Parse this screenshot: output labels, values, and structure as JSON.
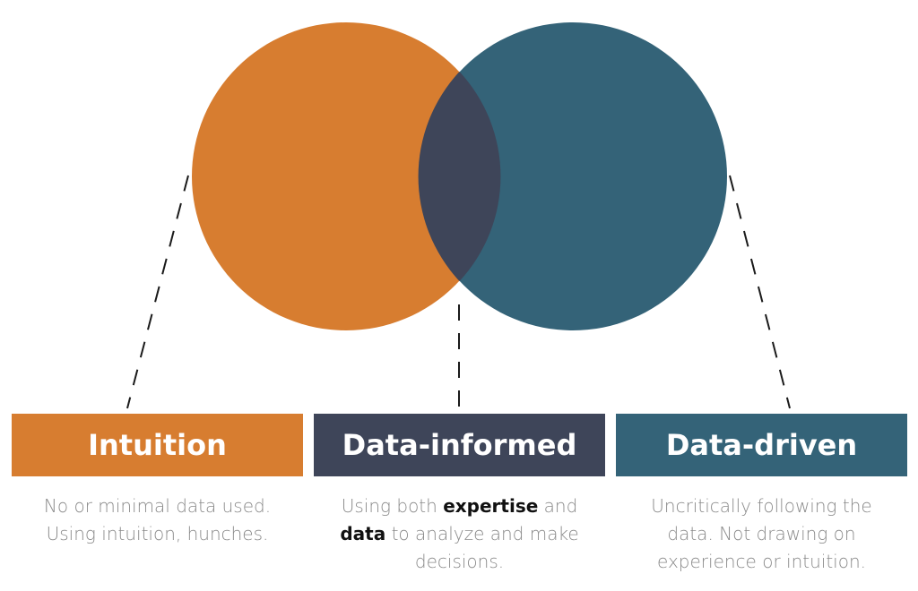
{
  "colors": {
    "intuition": "#D77D30",
    "data_driven": "#346378",
    "overlap": "#3E4559",
    "dash": "#1A1A1A",
    "body_text": "#8A8A8A"
  },
  "columns": [
    {
      "key": "intuition",
      "title": "Intuition",
      "desc_lines": [
        "No or minimal data used.",
        "Using intuition, hunches."
      ]
    },
    {
      "key": "informed",
      "title": "Data-informed",
      "desc_line1_pre": "Using both ",
      "desc_bold1": "expertise",
      "desc_line1_post": " and",
      "desc_bold2": "data",
      "desc_line2_post": " to analyze and make",
      "desc_line3": "decisions."
    },
    {
      "key": "driven",
      "title": "Data-driven",
      "desc_lines": [
        "Uncritically following the",
        "data. Not drawing on",
        "experience or intuition."
      ]
    }
  ]
}
